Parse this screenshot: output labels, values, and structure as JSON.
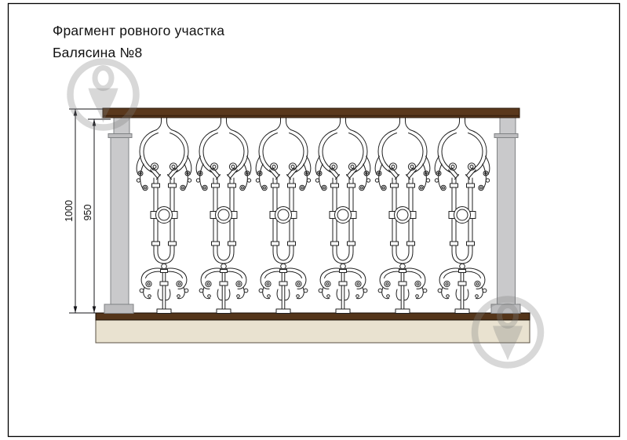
{
  "title": {
    "line1": "Фрагмент ровного участка",
    "line2": "Балясина №8"
  },
  "dimensions": {
    "overall_height": "1000",
    "baluster_height": "950"
  },
  "drawing": {
    "baluster_count": 6,
    "baluster_centers_x": [
      209,
      285,
      361,
      437,
      513,
      589
    ]
  },
  "watermark": {
    "icon": "prom-logo-watermark",
    "count": 2
  },
  "colors": {
    "handrail": "#5a381c",
    "handrail_border": "#26160a",
    "wood_strip": "#54351a",
    "base_fill": "#e9e2d0",
    "base_border": "#5a5145",
    "column_fill": "#c9c9cb",
    "column_border": "#808284",
    "column_trim": "#bdbdbf",
    "ink": "#1f1f1f",
    "watermark": "rgba(125,125,125,0.30)"
  }
}
